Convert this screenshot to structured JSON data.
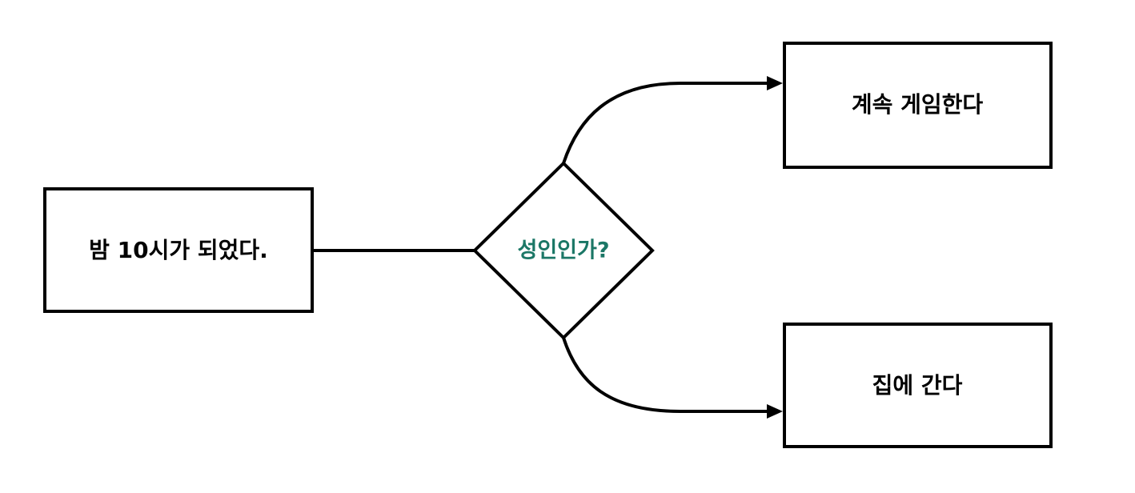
{
  "nodes": {
    "start": {
      "label": "밤 10시가 되었다."
    },
    "decision": {
      "label": "성인인가?"
    },
    "yes": {
      "label": "계속 게임한다"
    },
    "no": {
      "label": "집에 간다"
    }
  },
  "colors": {
    "stroke": "#000000",
    "decision_text": "#1b7766",
    "box_fill": "#ffffff"
  }
}
